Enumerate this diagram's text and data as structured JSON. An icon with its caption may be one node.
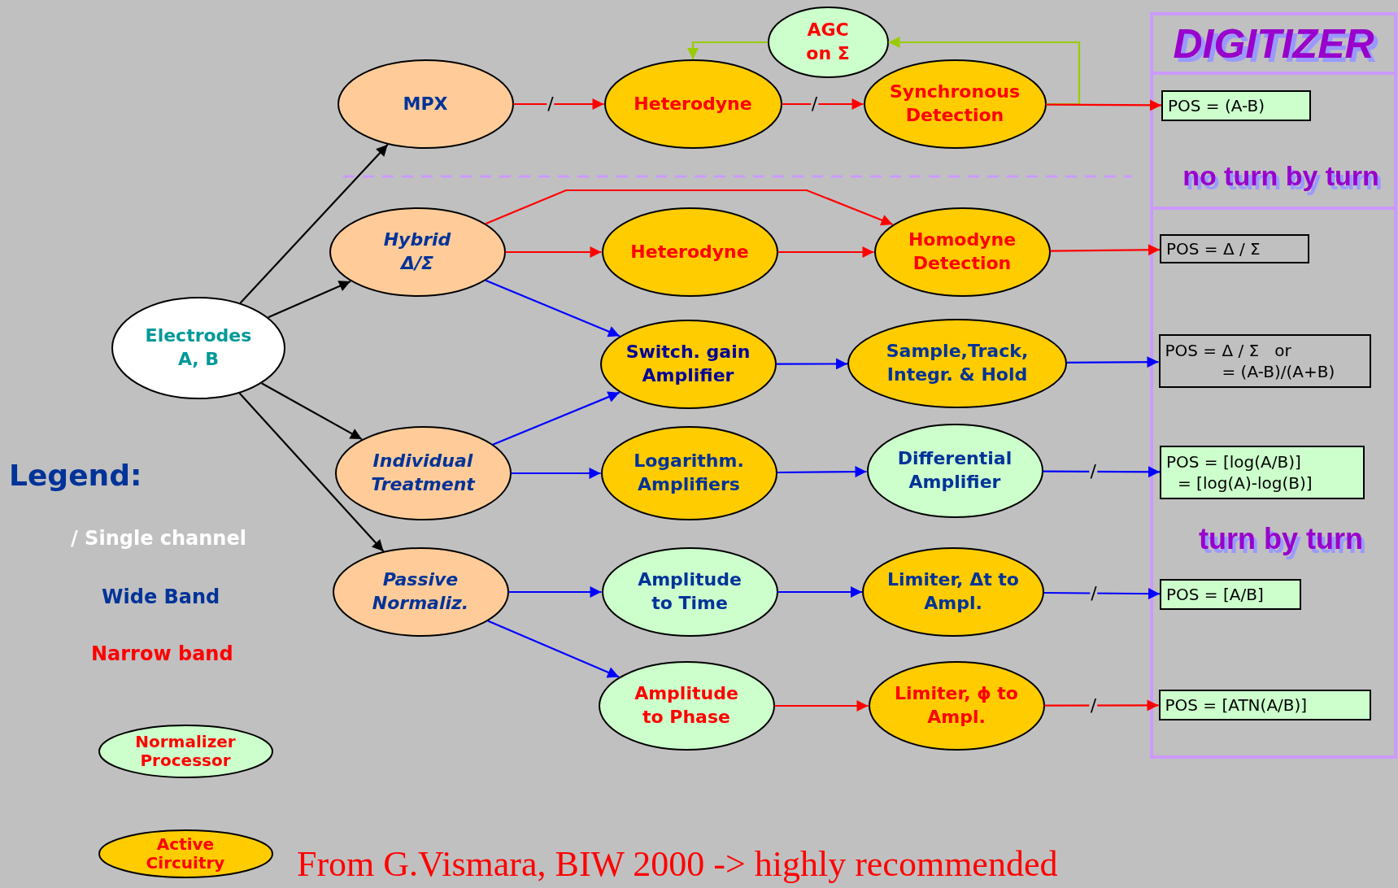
{
  "diagram": {
    "caption": "From G.Vismara, BIW 2000 -> highly recommended",
    "nodes": [
      {
        "text": [
          "Electrodes A, B"
        ]
      },
      {
        "text": [
          "MPX"
        ]
      },
      {
        "text": [
          "Heterodyne"
        ]
      },
      {
        "text": [
          "AGC on Σ"
        ]
      },
      {
        "text": [
          "Synchronous Detection"
        ]
      },
      {
        "text": [
          "Hybrid Δ/Σ"
        ]
      },
      {
        "text": [
          "Heterodyne"
        ]
      },
      {
        "text": [
          "Homodyne Detection"
        ]
      },
      {
        "text": [
          "Switch. gain Amplifier"
        ]
      },
      {
        "text": [
          "Sample,Track, Integr. & Hold"
        ]
      },
      {
        "text": [
          "Individual Treatment"
        ]
      },
      {
        "text": [
          "Logarithm. Amplifiers"
        ]
      },
      {
        "text": [
          "Differential Amplifier"
        ]
      },
      {
        "text": [
          "Passive Normaliz."
        ]
      },
      {
        "text": [
          "Amplitude to Time"
        ]
      },
      {
        "text": [
          "Limiter, Δt to Ampl."
        ]
      },
      {
        "text": [
          "Amplitude to Phase"
        ]
      },
      {
        "text": [
          "Limiter, ϕ to Ampl."
        ]
      },
      {
        "text": [
          "DIGITIZER"
        ]
      },
      {
        "text": [
          "POS = (A-B)"
        ],
        "in": 18
      },
      {
        "text": [
          "POS = Δ / Σ"
        ],
        "in": 18
      },
      {
        "text": [
          "POS = Δ / Σ   or",
          "= (A-B)/(A+B)"
        ],
        "in": 18
      },
      {
        "text": [
          "POS = [log(A/B)]",
          "= [log(A)-log(B)]"
        ],
        "in": 18
      },
      {
        "text": [
          "POS = [A/B]"
        ],
        "in": 18
      },
      {
        "text": [
          "POS = [ATN(A/B)]"
        ],
        "in": 18
      }
    ],
    "edges": [
      {
        "from": 0,
        "to": 1,
        "arrow": "to",
        "color": "#000000"
      },
      {
        "from": 0,
        "to": 5,
        "arrow": "to",
        "color": "#000000"
      },
      {
        "from": 0,
        "to": 10,
        "arrow": "to",
        "color": "#000000"
      },
      {
        "from": 0,
        "to": 13,
        "arrow": "to",
        "color": "#000000"
      },
      {
        "from": 1,
        "to": 2,
        "arrow": "to",
        "label": "/",
        "color": "#ff0000"
      },
      {
        "from": 2,
        "to": 4,
        "arrow": "to",
        "label": "/",
        "color": "#ff0000"
      },
      {
        "from": 4,
        "to": 19,
        "arrow": "to",
        "color": "#ff0000"
      },
      {
        "from": 4,
        "to": 3,
        "arrow": "to",
        "color": "#99cc00"
      },
      {
        "from": 3,
        "to": 2,
        "arrow": "to",
        "color": "#99cc00"
      },
      {
        "from": 5,
        "to": 6,
        "arrow": "to",
        "color": "#ff0000"
      },
      {
        "from": 5,
        "to": 7,
        "arrow": "to",
        "color": "#ff0000"
      },
      {
        "from": 6,
        "to": 7,
        "arrow": "to",
        "color": "#ff0000"
      },
      {
        "from": 7,
        "to": 20,
        "arrow": "to",
        "color": "#ff0000"
      },
      {
        "from": 5,
        "to": 8,
        "arrow": "to"
      },
      {
        "from": 10,
        "to": 8,
        "arrow": "to"
      },
      {
        "from": 8,
        "to": 9,
        "arrow": "to"
      },
      {
        "from": 9,
        "to": 21,
        "arrow": "to"
      },
      {
        "from": 10,
        "to": 11,
        "arrow": "to"
      },
      {
        "from": 11,
        "to": 12,
        "arrow": "to"
      },
      {
        "from": 12,
        "to": 22,
        "arrow": "to",
        "label": "/"
      },
      {
        "from": 13,
        "to": 14,
        "arrow": "to"
      },
      {
        "from": 13,
        "to": 16,
        "arrow": "to"
      },
      {
        "from": 14,
        "to": 15,
        "arrow": "to"
      },
      {
        "from": 15,
        "to": 23,
        "arrow": "to",
        "label": "/"
      },
      {
        "from": 16,
        "to": 17,
        "arrow": "to",
        "color": "#ff0000"
      },
      {
        "from": 17,
        "to": 24,
        "arrow": "to",
        "label": "/",
        "color": "#ff0000"
      }
    ],
    "labels": [
      "no turn by turn",
      "turn by turn",
      "Legend:"
    ],
    "legend": [
      {
        "text": "/ Single channel"
      },
      {
        "text": "Wide Band",
        "color": "#003399"
      },
      {
        "text": "Narrow band",
        "color": "#ff0000"
      },
      {
        "text": "Normalizer Processor",
        "color": "#ccffcc"
      },
      {
        "text": "Active Circuitry",
        "color": "#ffcc00"
      }
    ]
  }
}
